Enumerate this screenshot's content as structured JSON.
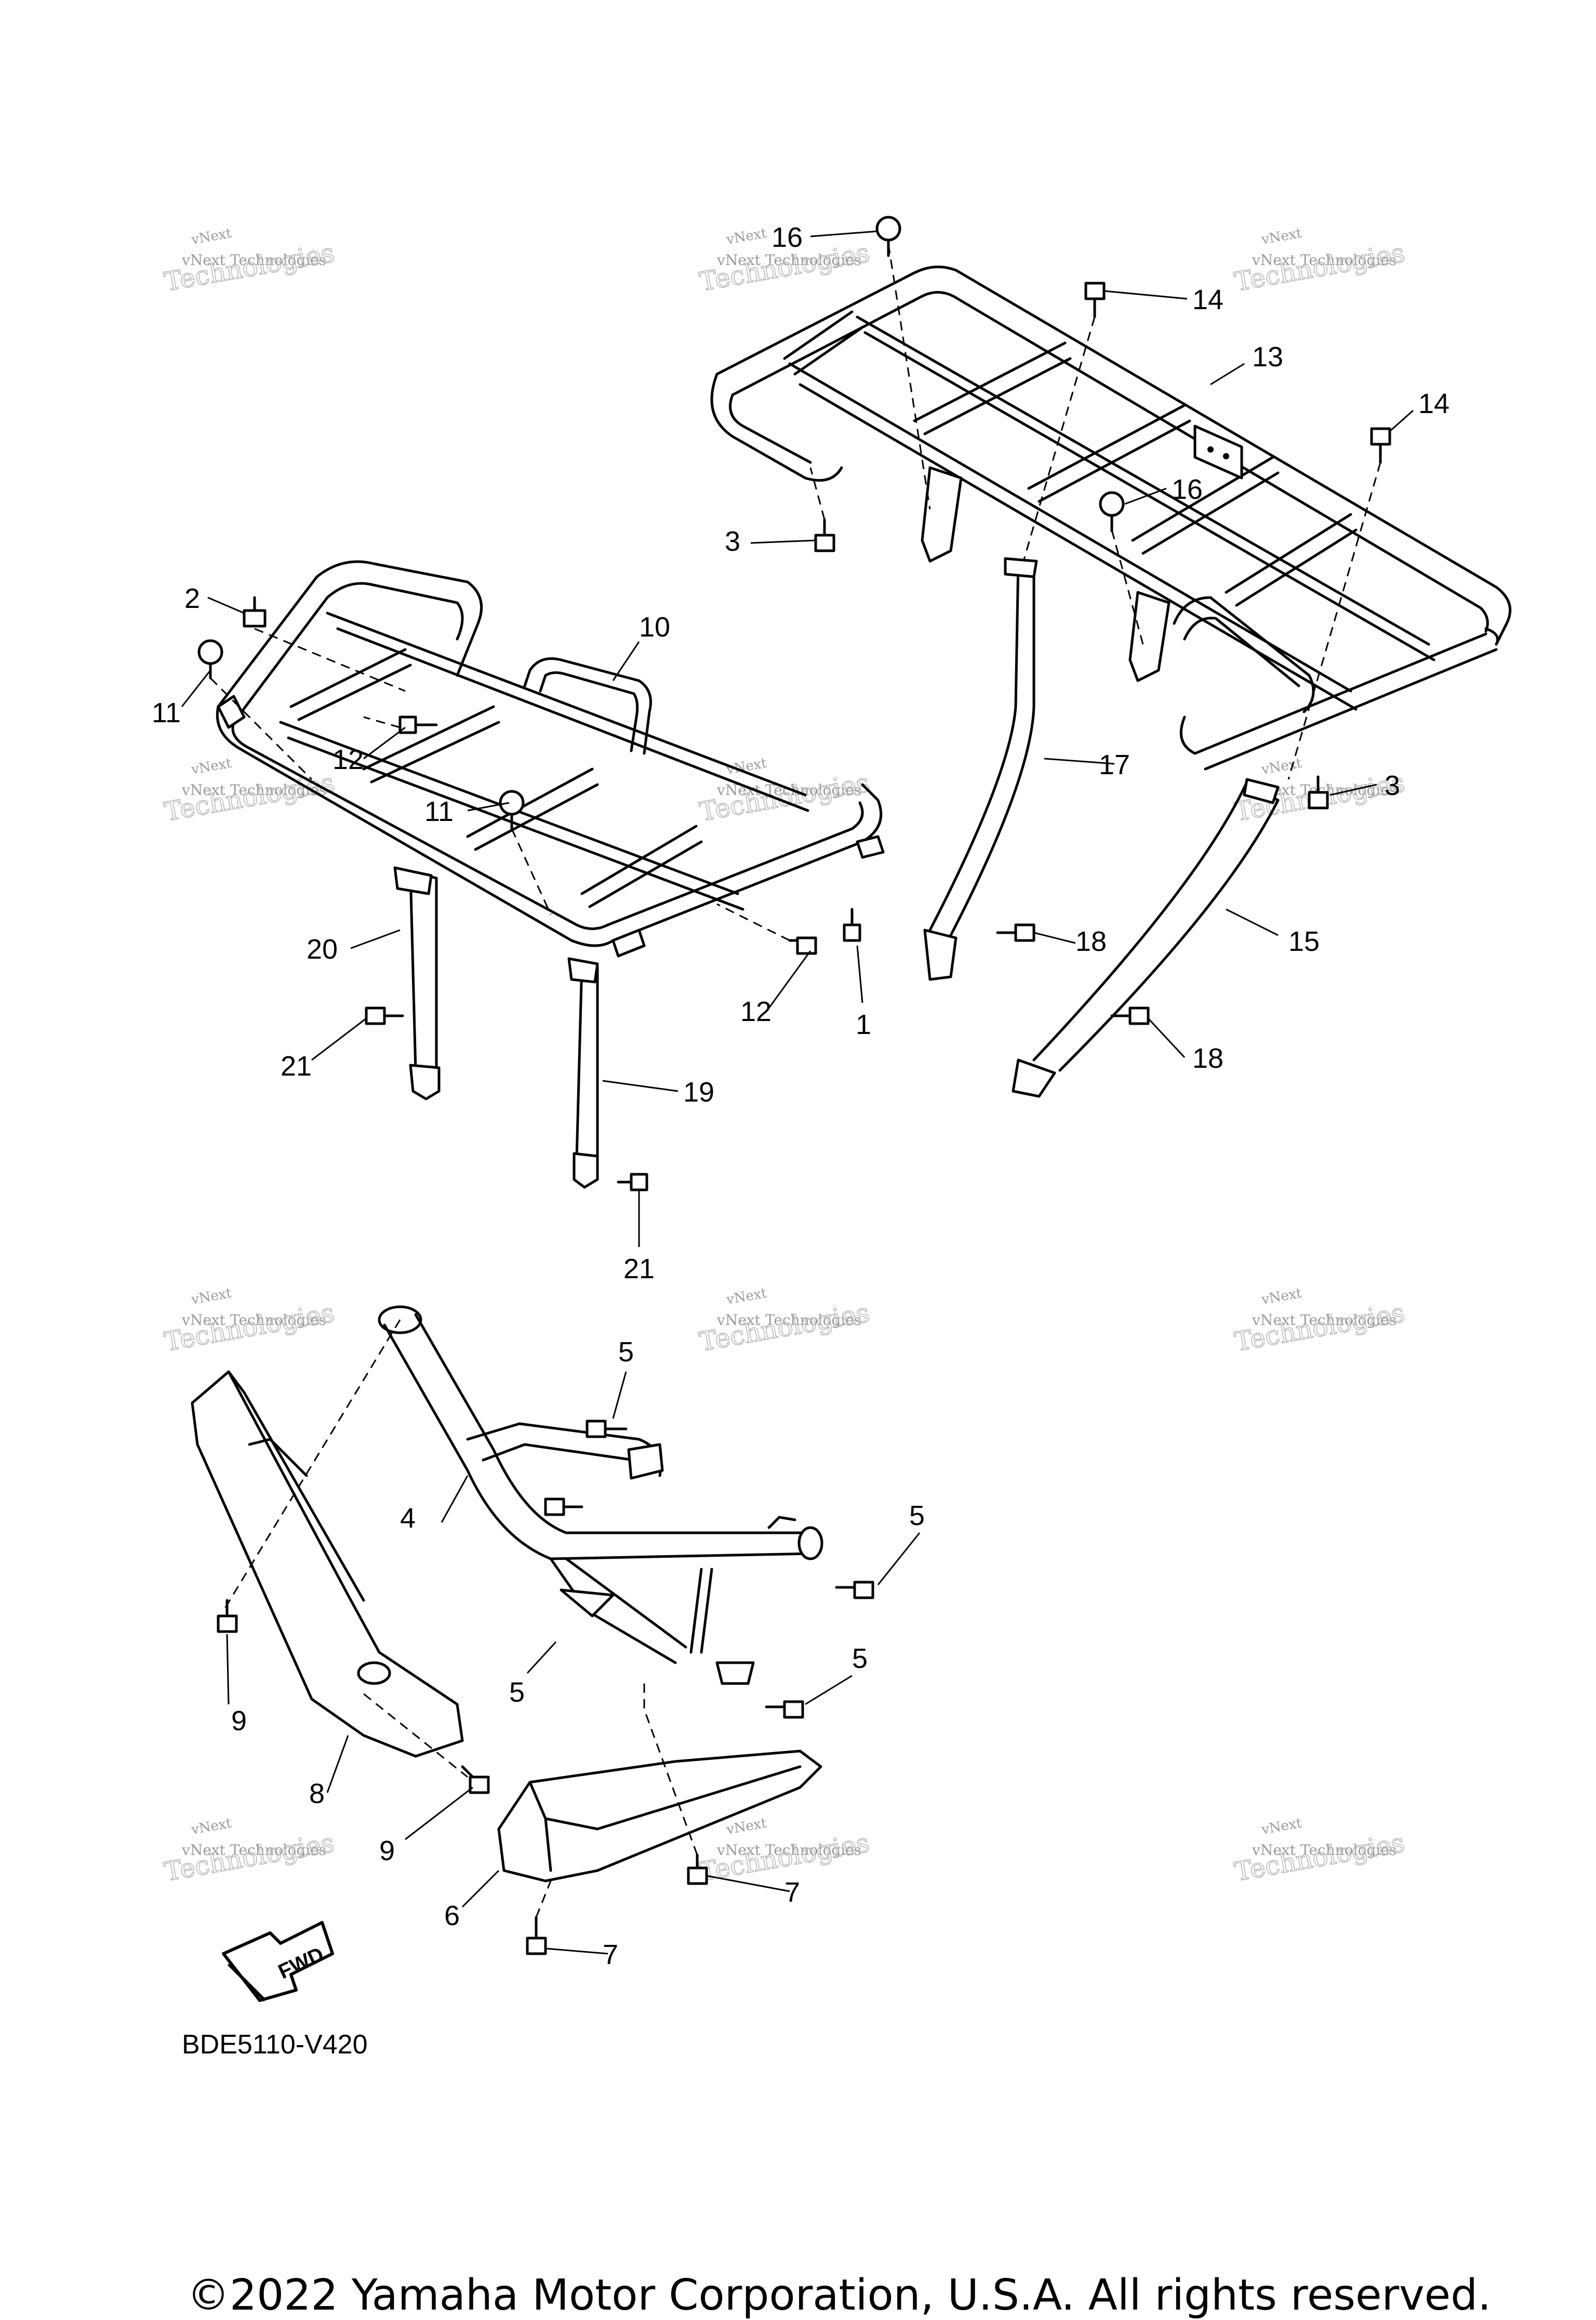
{
  "callouts": {
    "c1": "1",
    "c2": "2",
    "c3a": "3",
    "c3b": "3",
    "c4": "4",
    "c5a": "5",
    "c5b": "5",
    "c5c": "5",
    "c5d": "5",
    "c6": "6",
    "c7a": "7",
    "c7b": "7",
    "c8": "8",
    "c9a": "9",
    "c9b": "9",
    "c10": "10",
    "c11a": "11",
    "c11b": "11",
    "c12a": "12",
    "c12b": "12",
    "c13": "13",
    "c14a": "14",
    "c14b": "14",
    "c15": "15",
    "c16a": "16",
    "c16b": "16",
    "c17": "17",
    "c18a": "18",
    "c18b": "18",
    "c19": "19",
    "c20": "20",
    "c21a": "21",
    "c21b": "21"
  },
  "watermark": {
    "line1": "vNext",
    "line2": "vNext Technologies",
    "line3": "Technologies"
  },
  "fwd_label": "FWD",
  "diagram_code": "BDE5110-V420",
  "copyright": "©2022 Yamaha Motor Corporation, U.S.A. All rights reserved."
}
